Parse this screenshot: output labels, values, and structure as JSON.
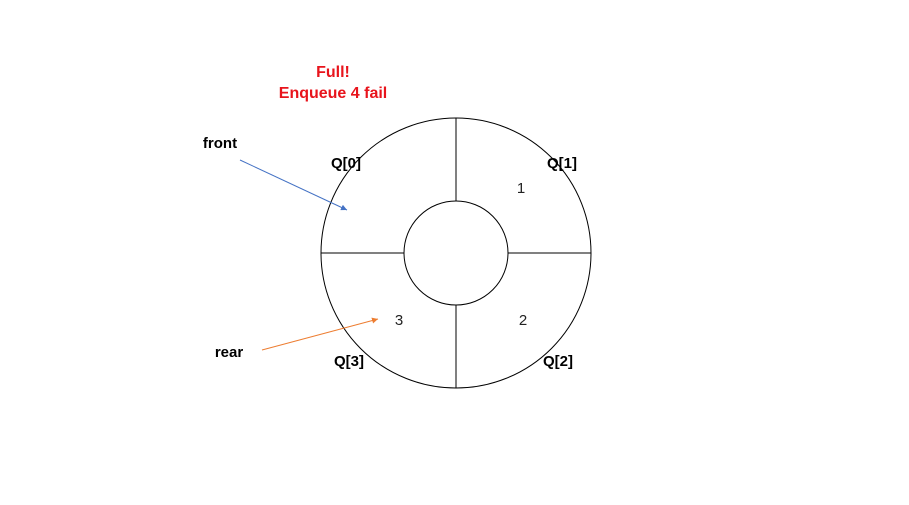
{
  "status": {
    "line1": "Full!",
    "line2": "Enqueue 4 fail",
    "color": "#e8141c"
  },
  "queue": {
    "slots": [
      {
        "label": "Q[0]",
        "value": ""
      },
      {
        "label": "Q[1]",
        "value": "1"
      },
      {
        "label": "Q[2]",
        "value": "2"
      },
      {
        "label": "Q[3]",
        "value": "3"
      }
    ]
  },
  "pointers": {
    "front": {
      "label": "front",
      "color": "#4472c4"
    },
    "rear": {
      "label": "rear",
      "color": "#ed7d31"
    }
  }
}
